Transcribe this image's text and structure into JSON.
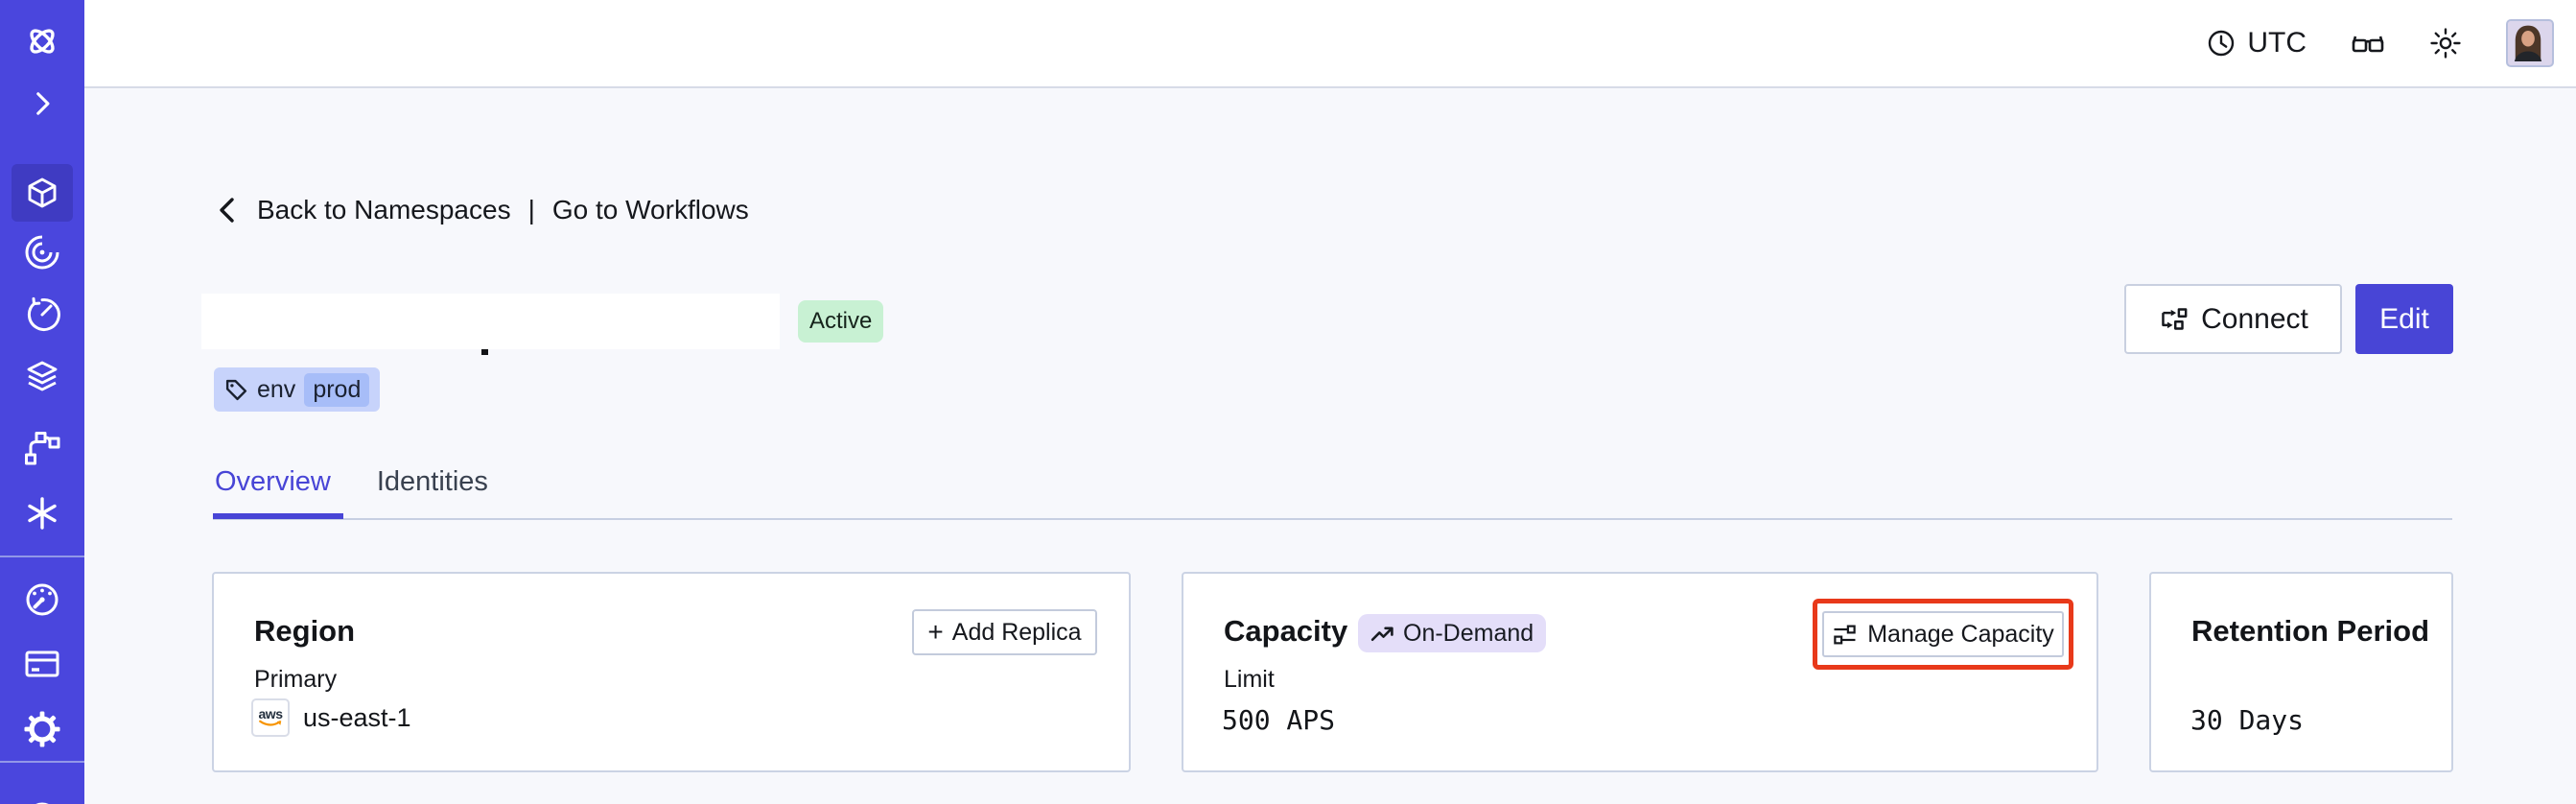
{
  "topbar": {
    "timezone": "UTC",
    "icons": [
      "clock-icon",
      "reader-glasses-icon",
      "light-mode-sun-icon",
      "user-avatar"
    ]
  },
  "sidebar": {
    "items": [
      {
        "name": "temporal-logo"
      },
      {
        "name": "expand-sidebar-chevron"
      },
      {
        "name": "namespaces-cube",
        "active": true
      },
      {
        "name": "workflows-spiral"
      },
      {
        "name": "schedules-clock"
      },
      {
        "name": "deployments-layers"
      },
      {
        "name": "batch-operations-branch"
      },
      {
        "name": "nexus-asterisk"
      },
      {
        "name": "usage-gauge"
      },
      {
        "name": "billing-card"
      },
      {
        "name": "settings-gear"
      },
      {
        "name": "bottom-partial-circle"
      }
    ]
  },
  "breadcrumb": {
    "back_label": "Back to Namespaces",
    "separator": "|",
    "forward_label": "Go to Workflows"
  },
  "namespace": {
    "status_badge": "Active",
    "tag_key": "env",
    "tag_value": "prod"
  },
  "actions": {
    "connect_label": "Connect",
    "edit_label": "Edit"
  },
  "tabs": {
    "overview": "Overview",
    "identities": "Identities"
  },
  "cards": {
    "region": {
      "title": "Region",
      "plus": "+",
      "add_button_label": "Add Replica",
      "row_label": "Primary",
      "provider_logo": "aws",
      "value": "us-east-1"
    },
    "capacity": {
      "title": "Capacity",
      "badge": "On-Demand",
      "manage_button_label": "Manage Capacity",
      "row_label": "Limit",
      "value": "500 APS"
    },
    "retention": {
      "title": "Retention Period",
      "value": "30 Days"
    }
  },
  "colors": {
    "sidebar_bg": "#4a46dd",
    "sidebar_active_bg": "#3f3bc2",
    "accent_indigo": "#4845d6",
    "status_active_bg": "#c8f1d3",
    "tag_bg": "#c7d3fb",
    "tag_value_bg": "#a7bdf8",
    "on_demand_bg": "#e4def9",
    "highlight_red": "#e8391a",
    "card_border": "#cbd3e4",
    "page_bg": "#f7f8fc"
  }
}
